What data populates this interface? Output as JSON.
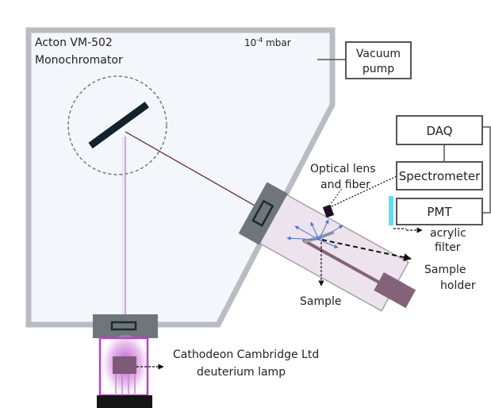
{
  "chamber": {
    "title_line1": "Acton VM-502",
    "title_line2": "Monochromator",
    "pressure_base": "10",
    "pressure_exp": "-4",
    "pressure_unit": " mbar"
  },
  "boxes": {
    "vacuum_pump_line1": "Vacuum",
    "vacuum_pump_line2": "pump",
    "daq": "DAQ",
    "spectrometer": "Spectrometer",
    "pmt": "PMT"
  },
  "labels": {
    "optical_line1": "Optical lens",
    "optical_line2": "and fiber",
    "acrylic_line1": "acrylic",
    "acrylic_line2": "filter",
    "sample_holder_line1": "Sample",
    "sample_holder_line2": "holder",
    "sample": "Sample",
    "lamp_line1": "Cathodeon Cambridge Ltd",
    "lamp_line2": "deuterium lamp"
  },
  "colors": {
    "chamber_fill": "#f3f6fb",
    "chamber_stroke": "#b9bcc0",
    "beam": "#5b1838",
    "lamp_beam": "#c890e0",
    "lamp_glow": "#b844c8",
    "arm_fill": "#ece3ec",
    "port_fill": "#6e757b",
    "holder_fill": "#83637a",
    "acrylic": "#5ce0f0",
    "scatter": "#4a70d8"
  }
}
